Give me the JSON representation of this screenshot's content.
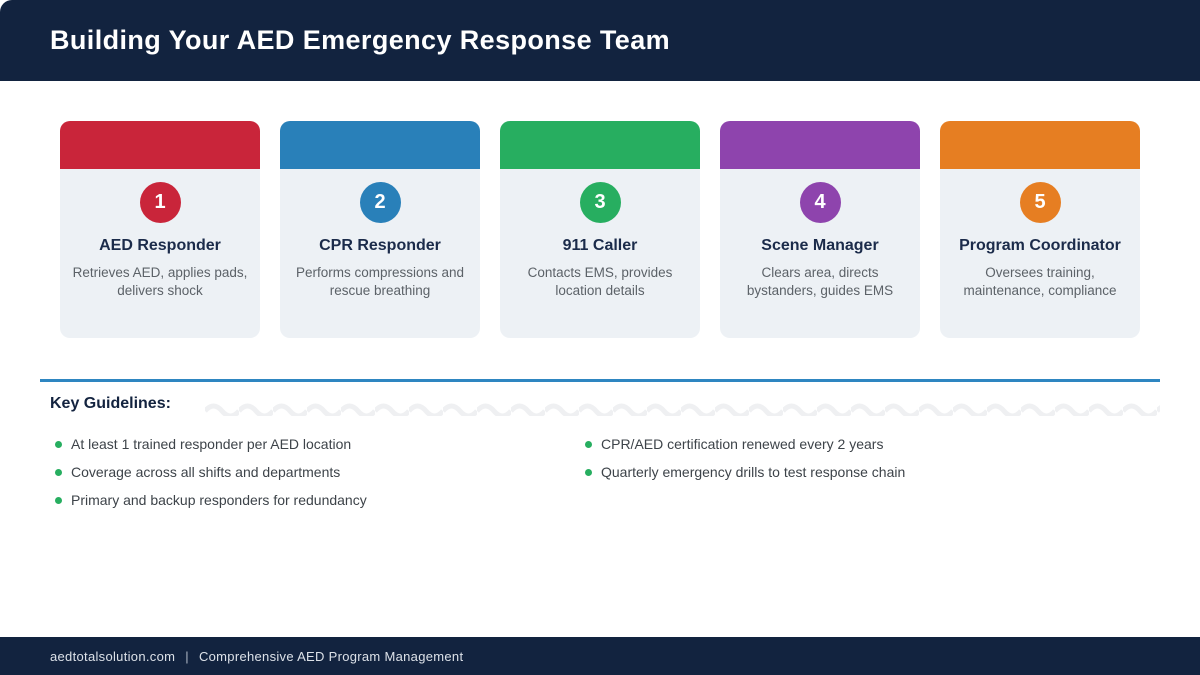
{
  "header": {
    "title": "Building Your AED Emergency Response Team",
    "bg": "#12233F"
  },
  "roles": [
    {
      "number": "1",
      "title": "AED Responder",
      "description": "Retrieves AED, applies pads, delivers shock",
      "color": "#C9253A"
    },
    {
      "number": "2",
      "title": "CPR Responder",
      "description": "Performs compressions and rescue breathing",
      "color": "#2980B9"
    },
    {
      "number": "3",
      "title": "911 Caller",
      "description": "Contacts EMS, provides location details",
      "color": "#27AE60"
    },
    {
      "number": "4",
      "title": "Scene Manager",
      "description": "Clears area, directs bystanders, guides EMS",
      "color": "#8E44AD"
    },
    {
      "number": "5",
      "title": "Program Coordinator",
      "description": "Oversees training, maintenance, compliance",
      "color": "#E67E22"
    }
  ],
  "guidelines": {
    "heading": "Key Guidelines:",
    "divider_color": "#2E86C1",
    "bullet_color": "#27AE60",
    "left": [
      "At least 1 trained responder per AED location",
      "Coverage across all shifts and departments",
      "Primary and backup responders for redundancy"
    ],
    "right": [
      "CPR/AED certification renewed every 2 years",
      "Quarterly emergency drills to test response chain"
    ]
  },
  "footer": {
    "bg": "#12233F",
    "site": "aedtotalsolution.com",
    "separator": "|",
    "tagline": "Comprehensive AED Program Management"
  }
}
